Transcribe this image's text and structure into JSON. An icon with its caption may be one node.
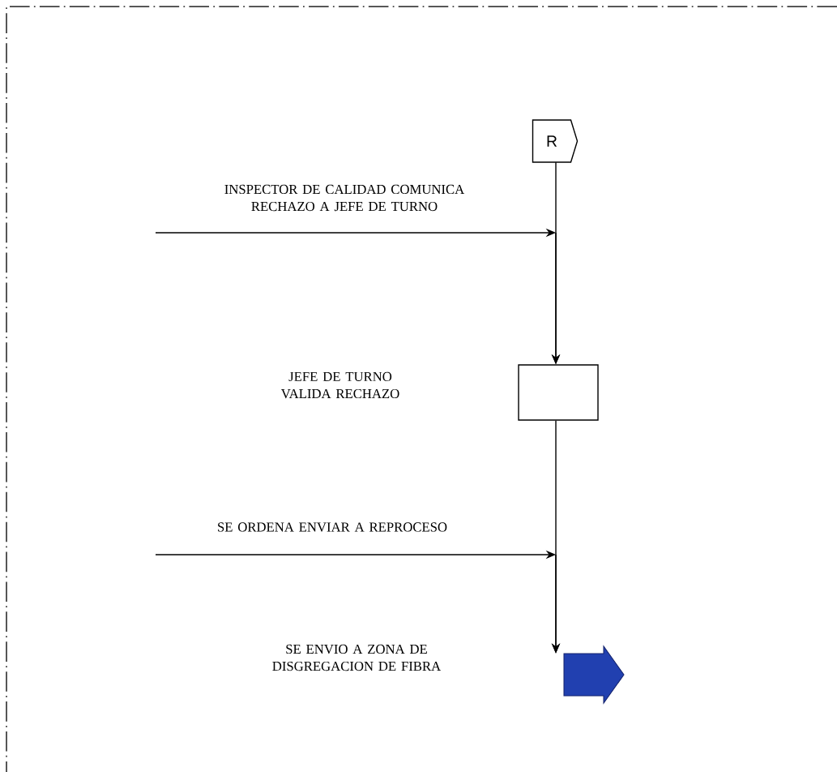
{
  "diagram": {
    "nodes": [
      {
        "text": [
          "R"
        ]
      },
      {
        "text": [],
        "shape": "box"
      },
      {
        "text": [],
        "shape": "arrow"
      }
    ],
    "labels": [
      "JEFE DE TURNO VALIDA RECHAZO",
      "SE ENVIO A ZONA DE DISGREGACION DE FIBRA"
    ],
    "edges": [
      {
        "from": 0,
        "to": 1,
        "arrow": "to"
      },
      {
        "from": null,
        "to": 1,
        "arrow": "to",
        "label": "INSPECTOR DE CALIDAD COMUNICA RECHAZO A JEFE DE TURNO"
      },
      {
        "from": 1,
        "to": 2,
        "arrow": "to"
      },
      {
        "from": null,
        "to": 2,
        "arrow": "to",
        "label": "SE ORDENA ENVIAR A REPROCESO"
      }
    ]
  }
}
